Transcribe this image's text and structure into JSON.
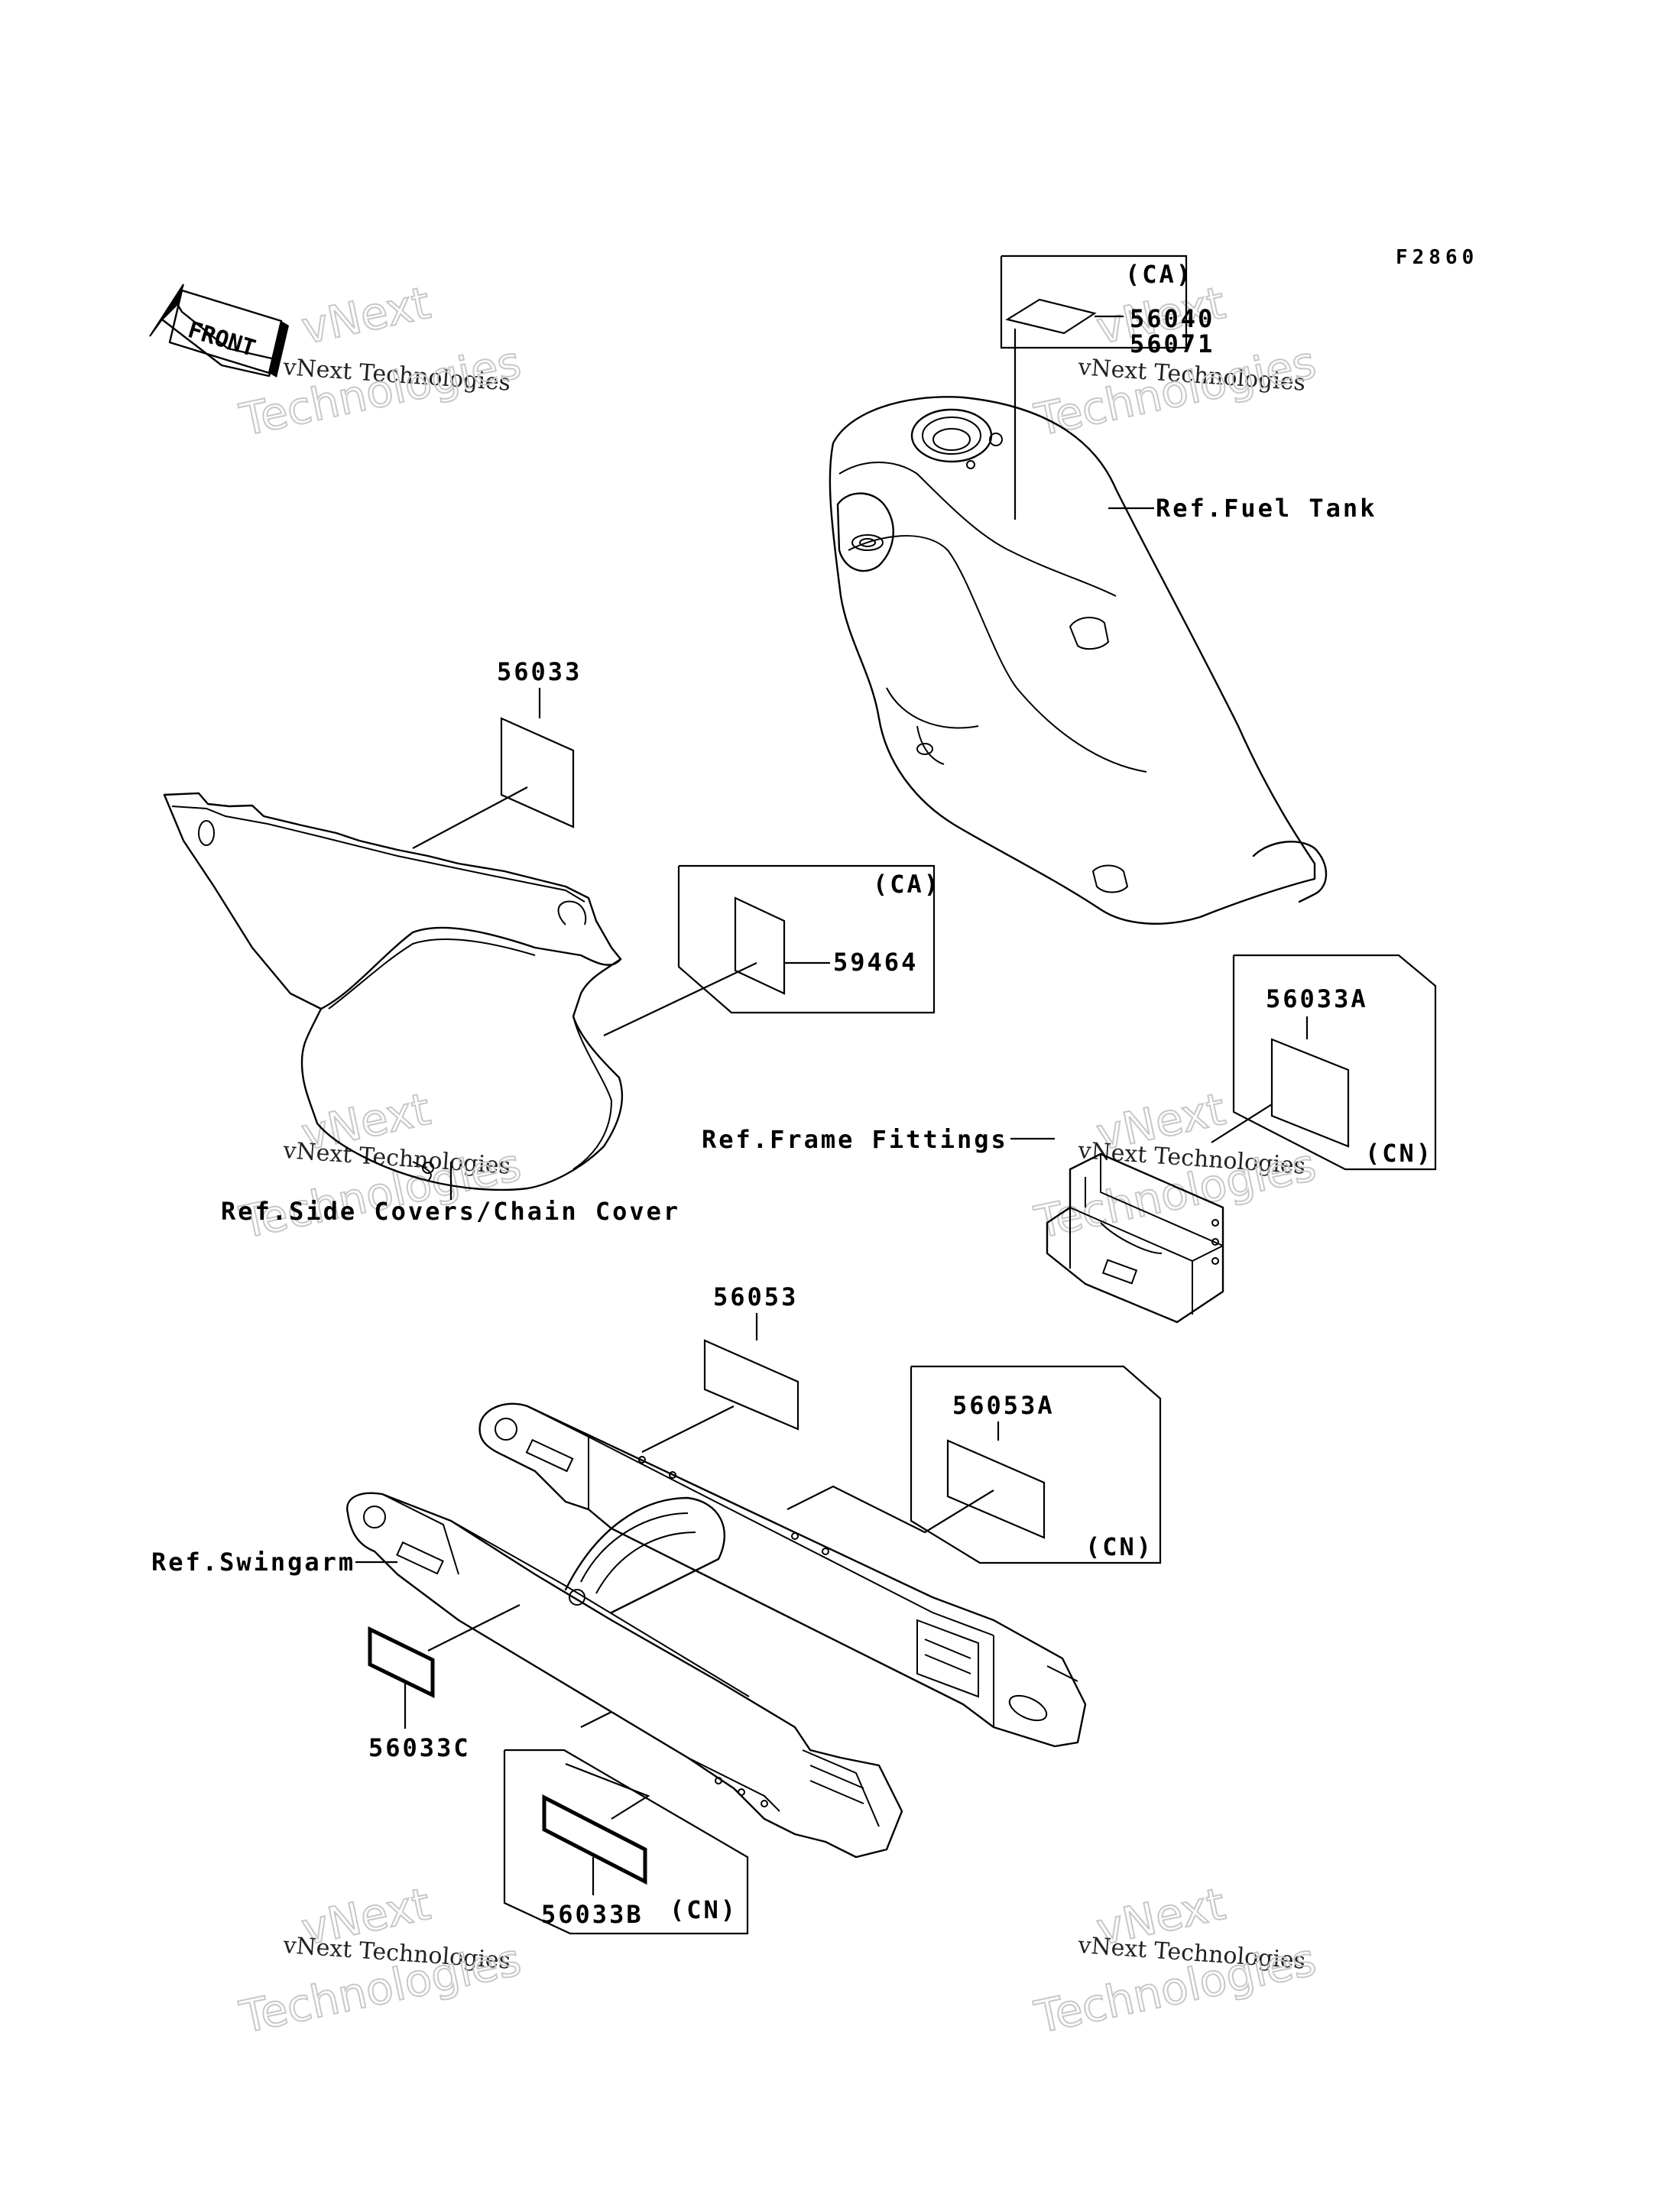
{
  "figure_code": "F2860",
  "front_arrow_label": "FRONT",
  "watermark": {
    "line1": "vNext",
    "line2": "vNext Technologies",
    "line3": "Technologies"
  },
  "region_codes": {
    "ca": "(CA)",
    "cn": "(CN)"
  },
  "part_numbers": {
    "p56040": "56040",
    "p56071": "56071",
    "p56033": "56033",
    "p59464": "59464",
    "p56033A": "56033A",
    "p56053": "56053",
    "p56053A": "56053A",
    "p56033C": "56033C",
    "p56033B": "56033B"
  },
  "references": {
    "fuel_tank": "Ref.Fuel Tank",
    "side_covers": "Ref.Side Covers/Chain Cover",
    "frame_fittings": "Ref.Frame Fittings",
    "swingarm": "Ref.Swingarm"
  }
}
